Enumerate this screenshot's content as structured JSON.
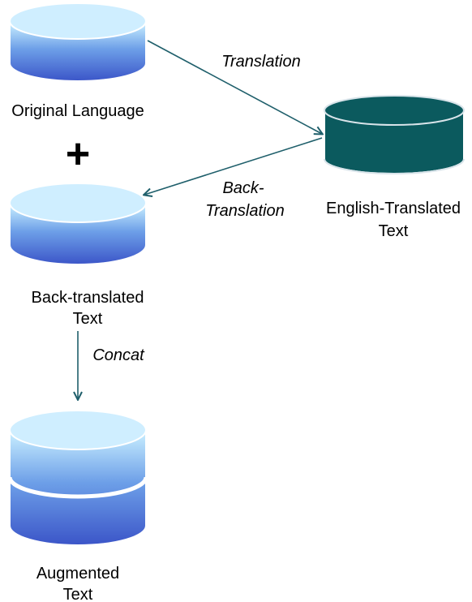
{
  "nodes": {
    "original": {
      "label": "Original Language"
    },
    "english": {
      "label_lines": [
        "English-Translated",
        "Text"
      ]
    },
    "back": {
      "label_lines": [
        "Back-translated",
        "Text"
      ]
    },
    "augmented": {
      "label_lines": [
        "Augmented",
        "Text"
      ]
    }
  },
  "plus_symbol": "+",
  "edges": {
    "translation": {
      "label": "Translation"
    },
    "back_translation": {
      "label_lines": [
        "Back-",
        "Translation"
      ]
    },
    "concat": {
      "label": "Concat"
    }
  },
  "colors": {
    "cylinder_gradient_top": "#c9efff",
    "cylinder_gradient_mid": "#6d9fe8",
    "cylinder_gradient_bottom": "#3b55c8",
    "cylinder_top_face": "#cfeeff",
    "english_cylinder_fill": "#0b5a5e",
    "arrow": "#1f5f6b"
  }
}
